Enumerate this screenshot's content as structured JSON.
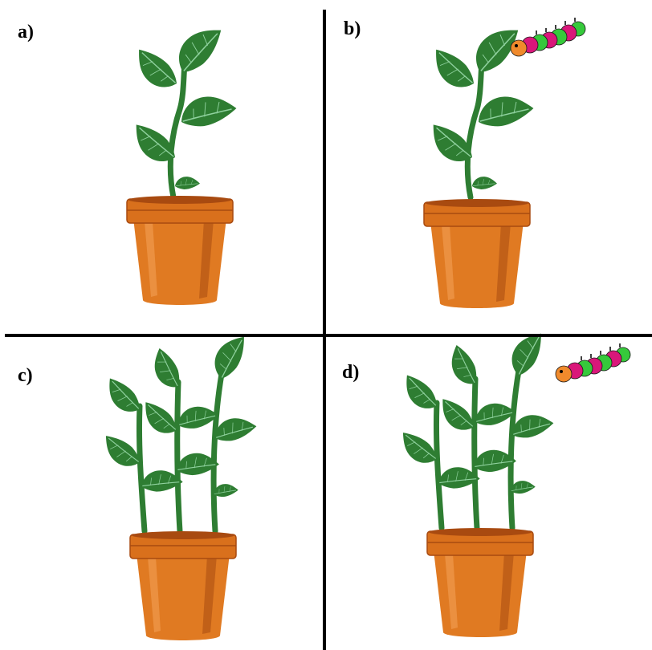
{
  "figure": {
    "panels": [
      {
        "label": "a)",
        "plant": "single-stem-plant",
        "has_caterpillar": false
      },
      {
        "label": "b)",
        "plant": "single-stem-plant",
        "has_caterpillar": true
      },
      {
        "label": "c)",
        "plant": "triple-stem-plant",
        "has_caterpillar": false
      },
      {
        "label": "d)",
        "plant": "triple-stem-plant",
        "has_caterpillar": true
      }
    ]
  },
  "colors": {
    "divider": "#000000",
    "leaf": "#2e7d32",
    "leaf_dark": "#1b5e20",
    "leaf_vein": "#a5d6a7",
    "stem": "#2e7d32",
    "pot_body": "#e07a22",
    "pot_rim": "#d9701c",
    "pot_shadow": "#a84a10",
    "pot_highlight": "#f4a259",
    "caterpillar_green": "#36c93b",
    "caterpillar_magenta": "#d9177a",
    "caterpillar_head": "#f08a2c"
  },
  "icons": [
    "leaf-icon",
    "flower-pot-icon",
    "caterpillar-icon"
  ]
}
